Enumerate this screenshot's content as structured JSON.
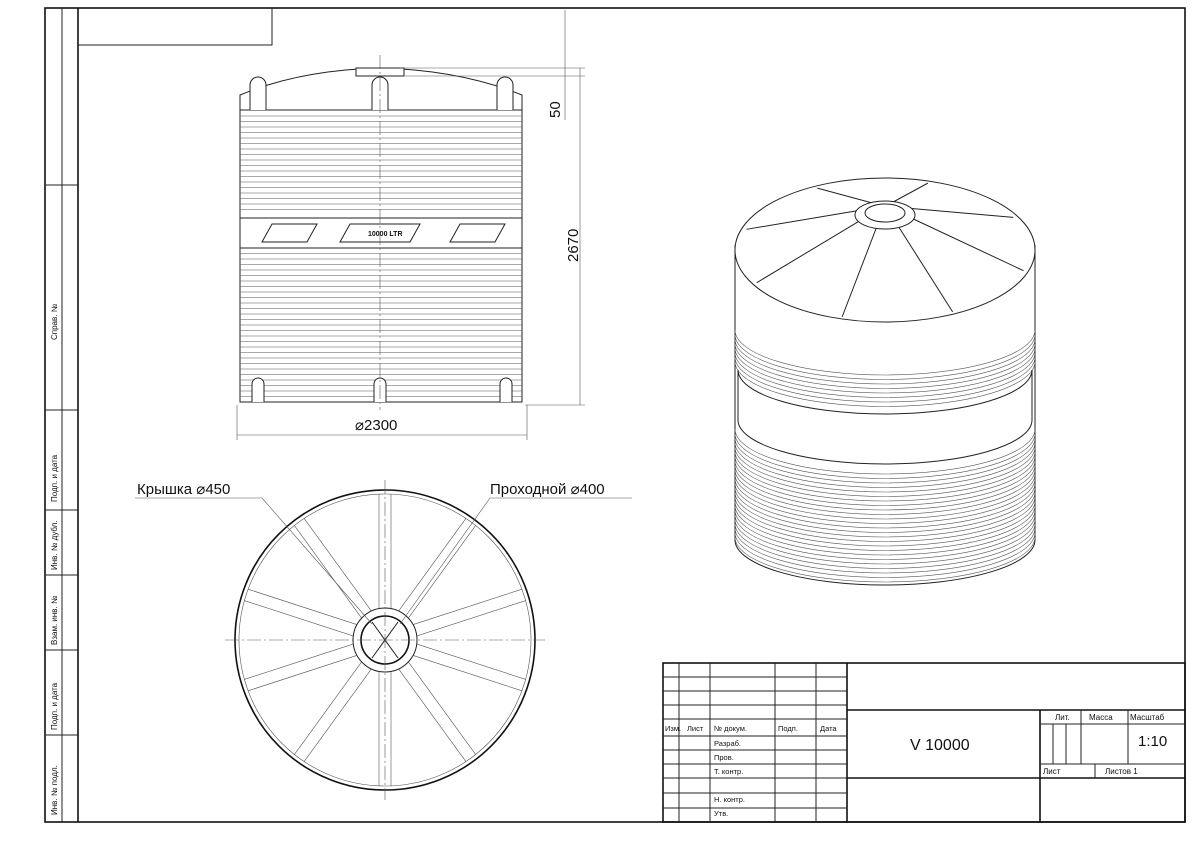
{
  "sheet": {
    "side_labels": [
      "Справ. №",
      "Подп. и дата",
      "Инв. № дубл.",
      "Взам. инв. №",
      "Подп. и дата",
      "Инв. № подл."
    ]
  },
  "front_view": {
    "band_text": "10000  LTR",
    "dim_height": "2670",
    "dim_top": "50",
    "dim_diameter": "⌀2300"
  },
  "top_view": {
    "lid_label": "Крышка ⌀450",
    "manhole_label": "Проходной ⌀400"
  },
  "title_block": {
    "headers": [
      "Изм.",
      "Лист",
      "№ докум.",
      "Подп.",
      "Дата"
    ],
    "roles": [
      "Разраб.",
      "Пров.",
      "Т. контр.",
      "Н. контр.",
      "Утв."
    ],
    "designation": "V 10000",
    "lit_label": "Лит.",
    "mass_label": "Масса",
    "scale_label": "Масштаб",
    "scale_value": "1:10",
    "sheet_label": "Лист",
    "sheets_label": "Листов 1"
  }
}
